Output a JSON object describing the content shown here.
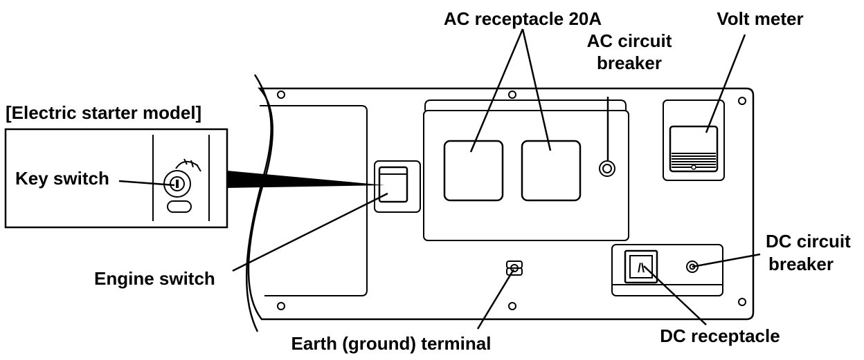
{
  "labels": {
    "ac_receptacle": "AC receptacle 20A",
    "volt_meter": "Volt meter",
    "ac_breaker_1": "AC circuit",
    "ac_breaker_2": "breaker",
    "electric_starter": "[Electric starter model]",
    "key_switch": "Key switch",
    "engine_switch": "Engine switch",
    "earth_terminal": "Earth (ground) terminal",
    "dc_receptacle": "DC receptacle",
    "dc_breaker_1": "DC circuit",
    "dc_breaker_2": "breaker",
    "dc_socket_glyph": "/\\"
  }
}
